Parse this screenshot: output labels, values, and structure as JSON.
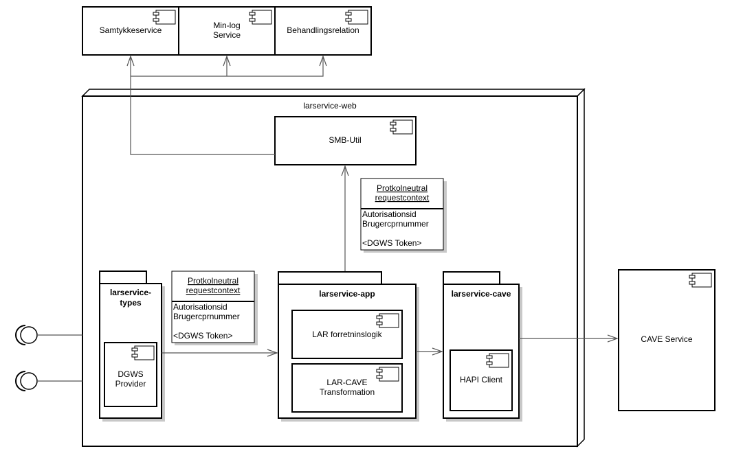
{
  "external_services": {
    "samtykke": "Samtykkeservice",
    "minlog_line1": "Min-log",
    "minlog_line2": "Service",
    "behandling": "Behandlingsrelation"
  },
  "web_node": {
    "label": "larservice-web",
    "smb_util": "SMB-Util"
  },
  "context_top": {
    "title_line1": "Protkolneutral",
    "title_line2": "requestcontext",
    "attr1": "Autorisationsid",
    "attr2": "Brugercprnummer",
    "attr3": "<DGWS Token>"
  },
  "context_left": {
    "title_line1": "Protkolneutral",
    "title_line2": "requestcontext",
    "attr1": "Autorisationsid",
    "attr2": "Brugercprnummer",
    "attr3": "<DGWS Token>"
  },
  "types_pkg": {
    "label_line1": "larservice-",
    "label_line2": "types",
    "dgws_line1": "DGWS",
    "dgws_line2": "Provider"
  },
  "app_pkg": {
    "label": "larservice-app",
    "logic": "LAR forretninslogik",
    "transform_line1": "LAR-CAVE",
    "transform_line2": "Transformation"
  },
  "cave_pkg": {
    "label": "larservice-cave",
    "hapi": "HAPI Client"
  },
  "cave_service": "CAVE Service"
}
